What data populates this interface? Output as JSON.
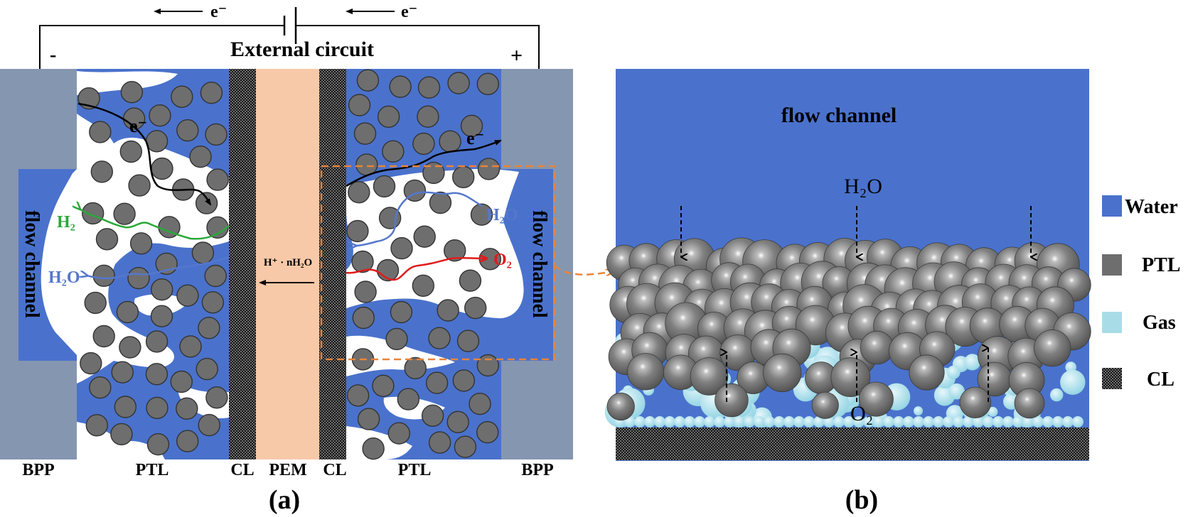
{
  "panel_a": {
    "caption": "(a)",
    "circuit": {
      "title": "External circuit",
      "minus": "-",
      "plus": "+",
      "electron_left": "e⁻",
      "electron_right": "e⁻"
    },
    "layer_labels": {
      "bpp_left": "BPP",
      "ptl_left": "PTL",
      "cl_left": "CL",
      "pem": "PEM",
      "cl_right": "CL",
      "ptl_right": "PTL",
      "bpp_right": "BPP"
    },
    "flow_channel_left": "flow channel",
    "flow_channel_right": "flow channel",
    "electron_path_left": "e⁻",
    "electron_path_right": "e⁻",
    "h2_path": "H₂",
    "h2o_path_left": "H₂O",
    "h2o_path_right": "H₂O",
    "o2_path": "O₂",
    "proton_label": "H⁺ · nH₂O"
  },
  "panel_b": {
    "caption": "(b)",
    "flow_channel": "flow channel",
    "h2o": "H₂O",
    "o2": "O₂"
  },
  "legend": [
    {
      "label": "Water",
      "color": "#4a72cc"
    },
    {
      "label": "PTL",
      "color": "#6e6e6e"
    },
    {
      "label": "Gas",
      "color": "#a8dde8"
    },
    {
      "label": "CL",
      "color": "#000000"
    }
  ],
  "colors": {
    "water": "#4a72cc",
    "bpp": "#8596b0",
    "pem": "#f7c9a9",
    "particle": "#6e6e6e",
    "h2_path": "#2aa83a",
    "h2o_path": "#5577cc",
    "o2_path": "#e01b1b",
    "dashed_box": "#e8843a"
  }
}
